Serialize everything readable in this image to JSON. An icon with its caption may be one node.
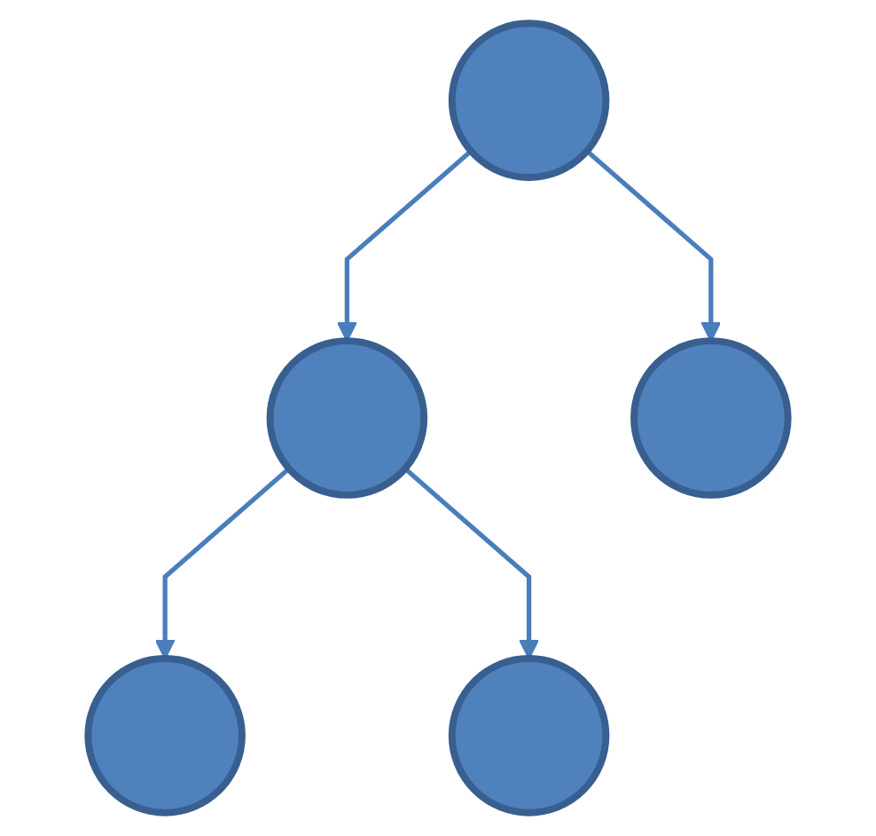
{
  "diagram": {
    "nodes": [
      {
        "text": [],
        "shape": "circle"
      },
      {
        "text": [],
        "shape": "circle"
      },
      {
        "text": [],
        "shape": "circle"
      },
      {
        "text": [],
        "shape": "circle"
      },
      {
        "text": [],
        "shape": "circle"
      }
    ],
    "edges": [
      {
        "from": 0,
        "to": 1,
        "arrow": "to"
      },
      {
        "from": 0,
        "to": 2,
        "arrow": "to"
      },
      {
        "from": 1,
        "to": 3,
        "arrow": "to"
      },
      {
        "from": 1,
        "to": 4,
        "arrow": "to"
      }
    ]
  }
}
